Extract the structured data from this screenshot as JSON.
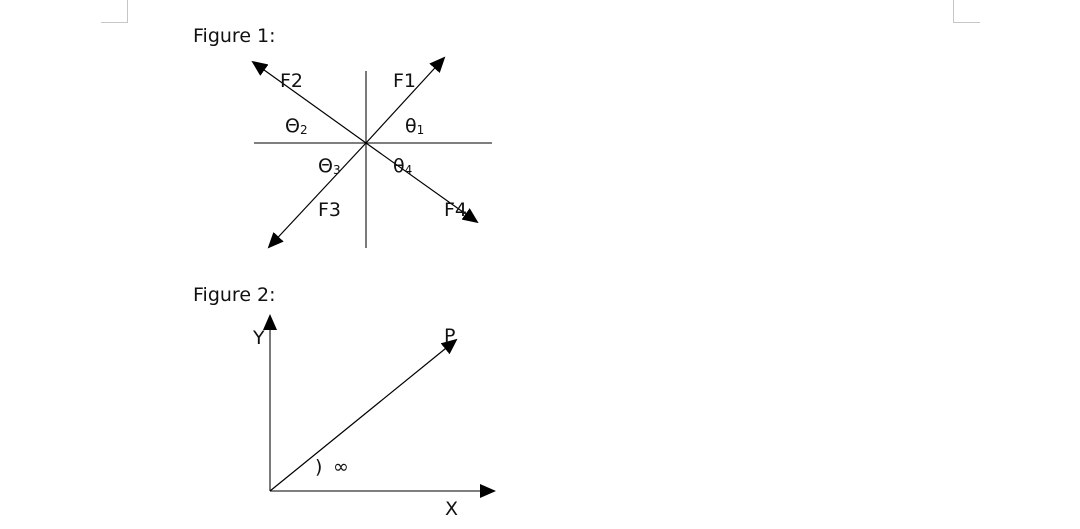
{
  "page": {
    "background": "#ffffff",
    "margin_marker_color": "#c6c6c6"
  },
  "figure1": {
    "caption": "Figure 1:",
    "forces": [
      {
        "label": "F1",
        "direction": "up-right"
      },
      {
        "label": "F2",
        "direction": "up-left"
      },
      {
        "label": "F3",
        "direction": "down-left"
      },
      {
        "label": "F4",
        "direction": "down-right"
      }
    ],
    "angles": [
      {
        "symbol": "θ",
        "subscript": "1"
      },
      {
        "symbol": "Θ",
        "subscript": "2"
      },
      {
        "symbol": "Θ",
        "subscript": "3"
      },
      {
        "symbol": "θ",
        "subscript": "4"
      }
    ]
  },
  "figure2": {
    "caption": "Figure 2:",
    "y_axis_label": "Y",
    "x_axis_label": "X",
    "vector_label": "P",
    "angle_label": "∞",
    "angle_arc": ")"
  }
}
